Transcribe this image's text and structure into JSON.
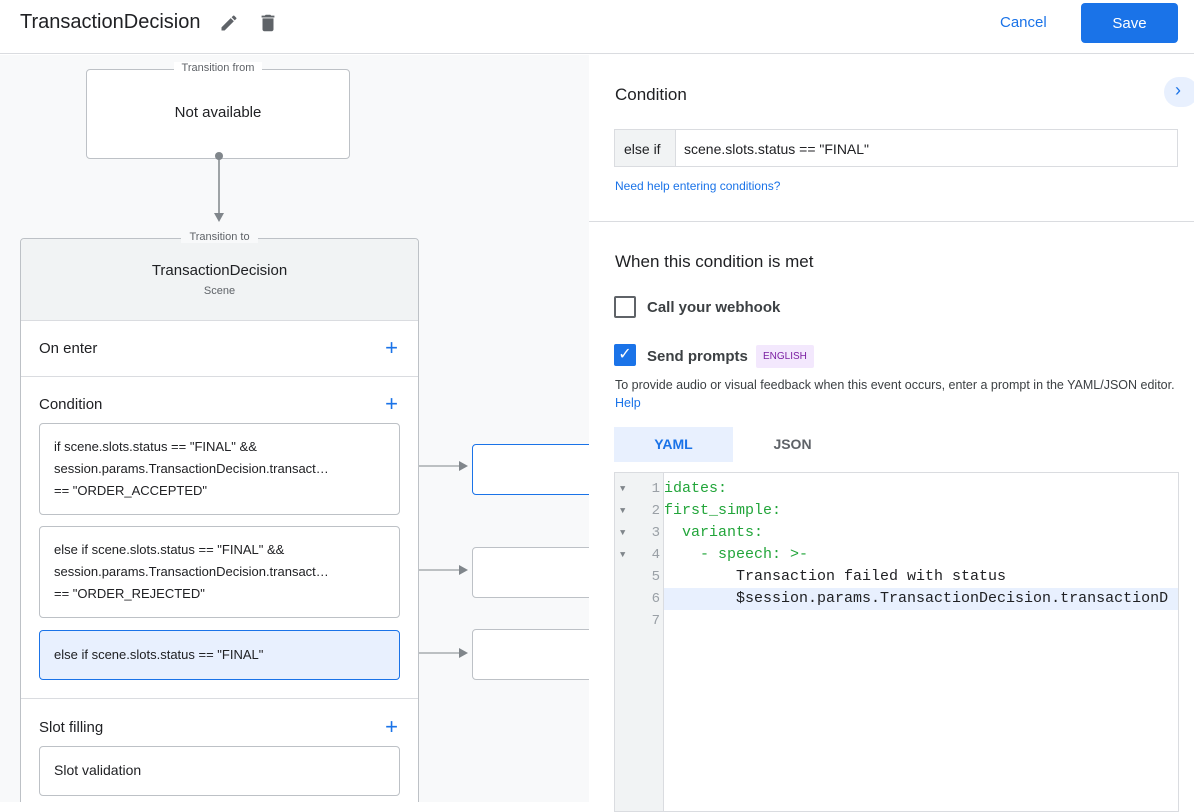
{
  "header": {
    "title": "TransactionDecision",
    "cancel_label": "Cancel",
    "save_label": "Save"
  },
  "canvas": {
    "from_legend": "Transition from",
    "from_value": "Not available",
    "to_legend": "Transition to",
    "scene_name": "TransactionDecision",
    "scene_type": "Scene",
    "sections": {
      "on_enter": "On enter",
      "condition": "Condition",
      "slot_filling": "Slot filling",
      "slot_validation": "Slot validation"
    },
    "conditions": [
      {
        "lines": [
          "if scene.slots.status == \"FINAL\" &&",
          "session.params.TransactionDecision.transact…",
          "== \"ORDER_ACCEPTED\""
        ]
      },
      {
        "lines": [
          "else if scene.slots.status == \"FINAL\" &&",
          "session.params.TransactionDecision.transact…",
          "== \"ORDER_REJECTED\""
        ]
      },
      {
        "lines": [
          "else if scene.slots.status == \"FINAL\""
        ],
        "selected": true
      }
    ]
  },
  "panel": {
    "condition_title": "Condition",
    "condition_prefix": "else if",
    "condition_value": "scene.slots.status == \"FINAL\"",
    "help_link": "Need help entering conditions?",
    "met_title": "When this condition is met",
    "webhook_label": "Call your webhook",
    "webhook_checked": false,
    "prompts_label": "Send prompts",
    "prompts_checked": true,
    "language_badge": "ENGLISH",
    "description": "To provide audio or visual feedback when this event occurs, enter a prompt in the YAML/JSON editor.",
    "help": "Help",
    "tabs": [
      {
        "label": "YAML",
        "active": true
      },
      {
        "label": "JSON",
        "active": false
      }
    ],
    "code_lines": [
      {
        "n": "1",
        "text": "idates:"
      },
      {
        "n": "2",
        "text": "first_simple:"
      },
      {
        "n": "3",
        "text": "  variants:"
      },
      {
        "n": "4",
        "text": "    - speech: >-"
      },
      {
        "n": "5",
        "text": "        Transaction failed with status"
      },
      {
        "n": "6",
        "text": "        $session.params.TransactionDecision.transactionD"
      },
      {
        "n": "7",
        "text": ""
      }
    ]
  },
  "colors": {
    "accent": "#1a73e8",
    "selected_bg": "#e8f0fe",
    "yaml_key": "#22a53a"
  }
}
